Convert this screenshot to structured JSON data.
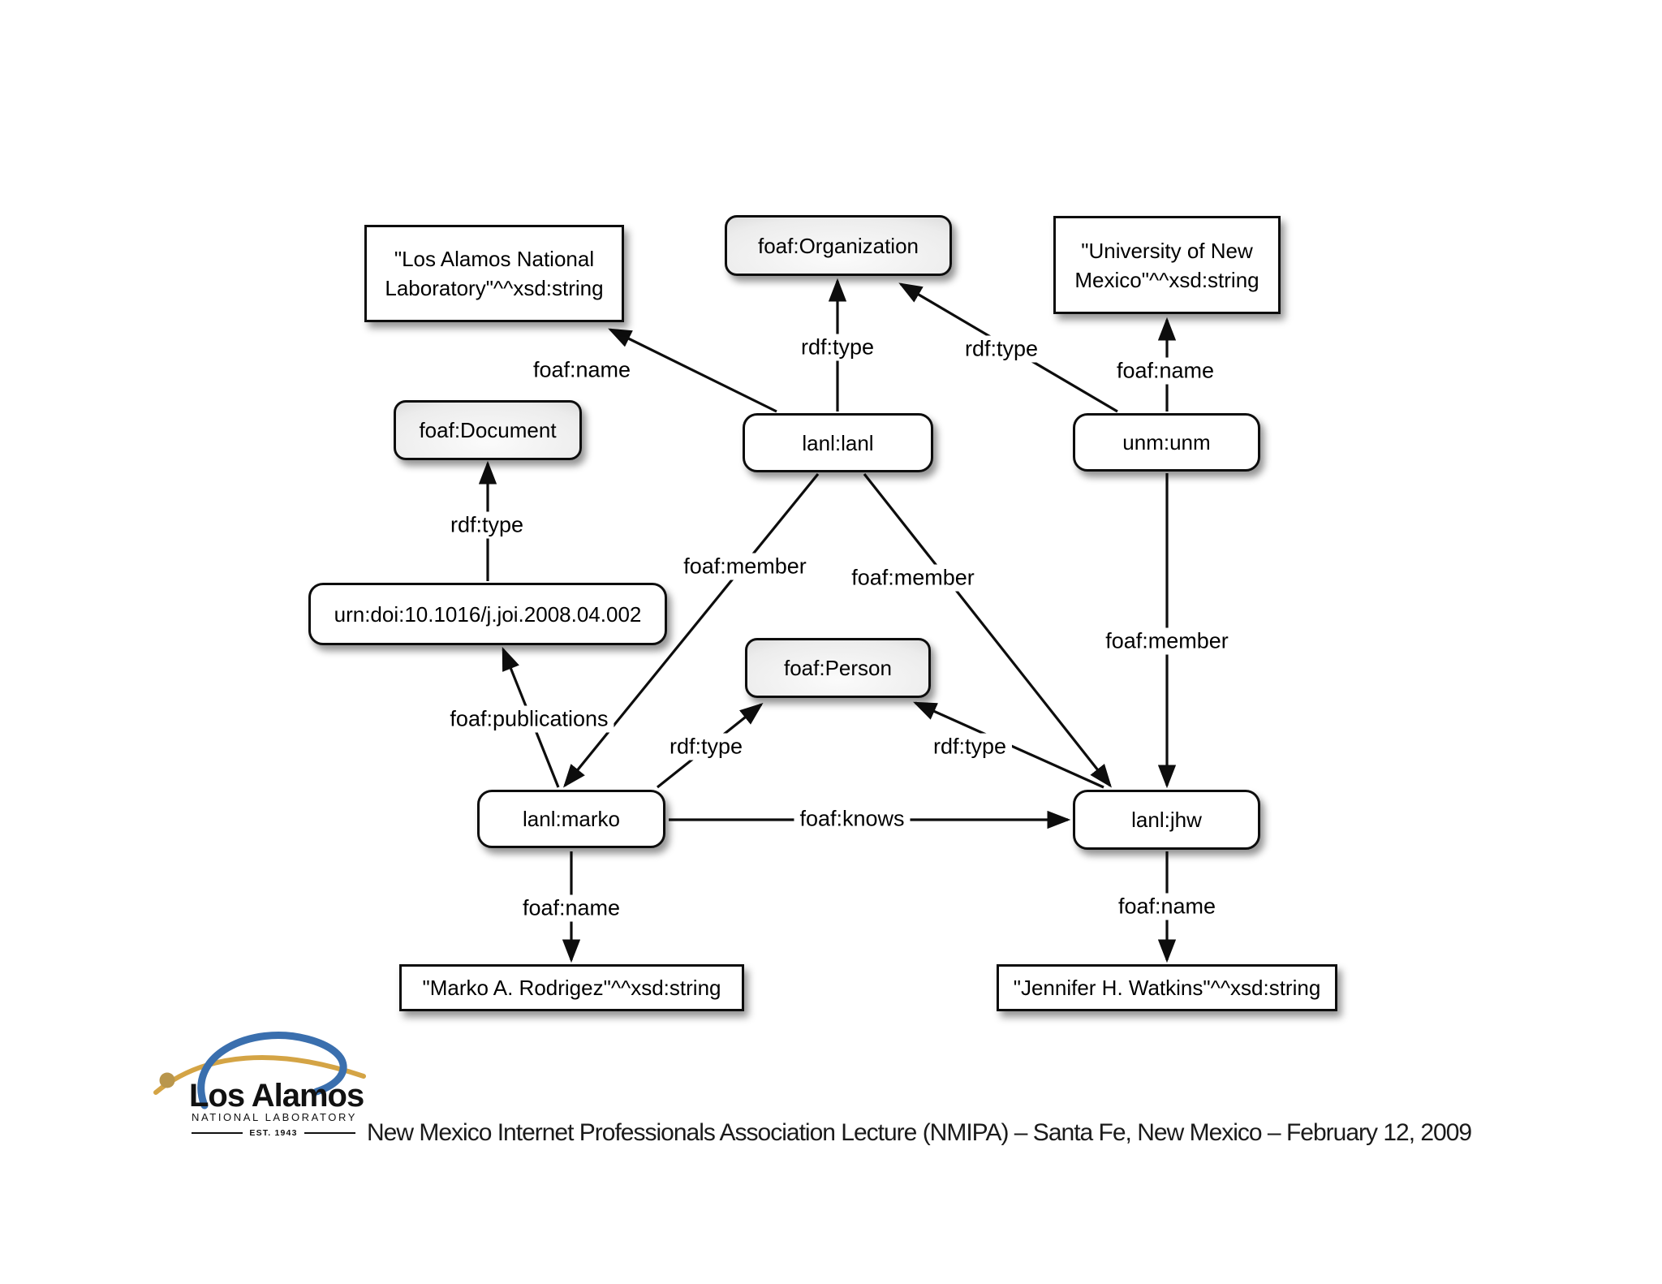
{
  "nodes": {
    "lit_lanl_name": "\"Los Alamos National Laboratory\"^^xsd:string",
    "cls_organization": "foaf:Organization",
    "lit_unm_name": "\"University of New Mexico\"^^xsd:string",
    "cls_document": "foaf:Document",
    "res_lanl": "lanl:lanl",
    "res_unm": "unm:unm",
    "res_doi": "urn:doi:10.1016/j.joi.2008.04.002",
    "cls_person": "foaf:Person",
    "res_marko": "lanl:marko",
    "res_jhw": "lanl:jhw",
    "lit_marko_name": "\"Marko A. Rodrigez\"^^xsd:string",
    "lit_jhw_name": "\"Jennifer H. Watkins\"^^xsd:string"
  },
  "edges": {
    "name_lanl": "foaf:name",
    "type_lanl_org": "rdf:type",
    "type_unm_org": "rdf:type",
    "name_unm": "foaf:name",
    "type_doi_document": "rdf:type",
    "publications_marko_doi": "foaf:publications",
    "member_lanl_marko": "foaf:member",
    "member_lanl_jhw": "foaf:member",
    "member_unm_jhw": "foaf:member",
    "type_marko_person": "rdf:type",
    "type_jhw_person": "rdf:type",
    "knows_marko_jhw": "foaf:knows",
    "name_marko": "foaf:name",
    "name_jhw": "foaf:name"
  },
  "footer": {
    "logo_title": "Los Alamos",
    "logo_subtitle": "NATIONAL LABORATORY",
    "logo_established": "EST. 1943",
    "caption": "New Mexico Internet Professionals Association Lecture (NMIPA) – Santa Fe, New Mexico – February 12, 2009"
  },
  "colors": {
    "edge_line": "#0d0d0d",
    "logo_blue": "#3a6fae",
    "logo_gold": "#d4a445",
    "logo_dot": "#b9964c",
    "class_node_gradient_dark": "#b3b3b3",
    "class_node_gradient_light": "#fbfbfb"
  }
}
